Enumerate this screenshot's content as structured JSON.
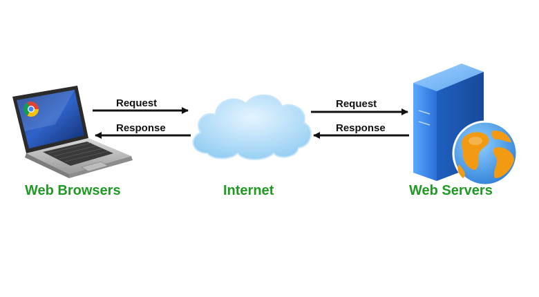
{
  "nodes": {
    "browser": {
      "label": "Web Browsers",
      "icon": "laptop-icon"
    },
    "internet": {
      "label": "Internet",
      "icon": "cloud-icon"
    },
    "server": {
      "label": "Web Servers",
      "icon": "server-icon"
    }
  },
  "arrows": {
    "left_request": "Request",
    "left_response": "Response",
    "right_request": "Request",
    "right_response": "Response"
  },
  "colors": {
    "label_green": "#1f9a22",
    "arrow": "#111111",
    "cloud": "#a9d8f5",
    "server_blue": "#2f7fe0",
    "globe_orange": "#f29a12"
  }
}
